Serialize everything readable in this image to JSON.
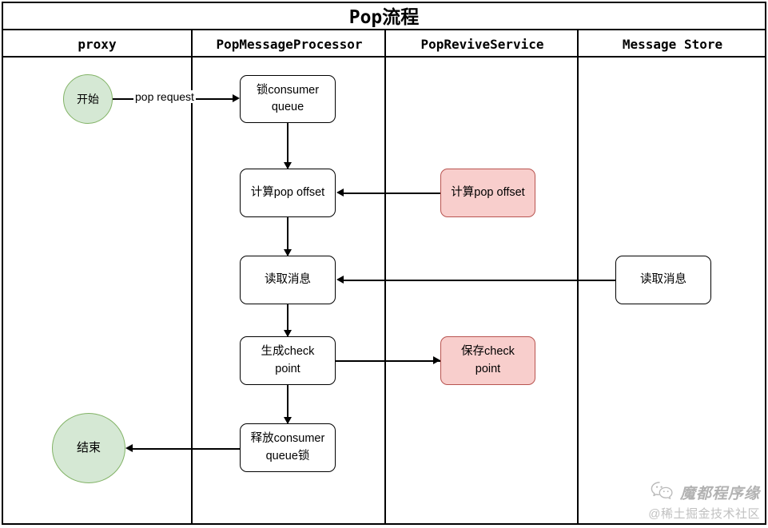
{
  "diagram": {
    "title": "Pop流程",
    "type": "swimlane-flowchart",
    "lanes": [
      {
        "id": "proxy",
        "label": "proxy"
      },
      {
        "id": "popmessageprocessor",
        "label": "PopMessageProcessor"
      },
      {
        "id": "popreviveservice",
        "label": "PopReviveService"
      },
      {
        "id": "messagestore",
        "label": "Message Store"
      }
    ],
    "nodes": [
      {
        "id": "start",
        "lane": "proxy",
        "label": "开始",
        "shape": "circle",
        "fill": "#d5e8d4",
        "stroke": "#82b366"
      },
      {
        "id": "lock-queue",
        "lane": "popmessageprocessor",
        "label": "锁consumer queue",
        "shape": "rounded-rect",
        "fill": "#ffffff",
        "stroke": "#000000"
      },
      {
        "id": "calc-offset-left",
        "lane": "popmessageprocessor",
        "label": "计算pop offset",
        "shape": "rounded-rect",
        "fill": "#ffffff",
        "stroke": "#000000"
      },
      {
        "id": "calc-offset-revive",
        "lane": "popreviveservice",
        "label": "计算pop offset",
        "shape": "rounded-rect",
        "fill": "#f8cecc",
        "stroke": "#b85450"
      },
      {
        "id": "read-message-left",
        "lane": "popmessageprocessor",
        "label": "读取消息",
        "shape": "rounded-rect",
        "fill": "#ffffff",
        "stroke": "#000000"
      },
      {
        "id": "read-message-store",
        "lane": "messagestore",
        "label": "读取消息",
        "shape": "rounded-rect",
        "fill": "#ffffff",
        "stroke": "#000000"
      },
      {
        "id": "gen-checkpoint",
        "lane": "popmessageprocessor",
        "label": "生成check point",
        "shape": "rounded-rect",
        "fill": "#ffffff",
        "stroke": "#000000"
      },
      {
        "id": "save-checkpoint",
        "lane": "popreviveservice",
        "label": "保存check point",
        "shape": "rounded-rect",
        "fill": "#f8cecc",
        "stroke": "#b85450"
      },
      {
        "id": "release-queue",
        "lane": "popmessageprocessor",
        "label": "释放consumer queue锁",
        "shape": "rounded-rect",
        "fill": "#ffffff",
        "stroke": "#000000"
      },
      {
        "id": "end",
        "lane": "proxy",
        "label": "结束",
        "shape": "circle",
        "fill": "#d5e8d4",
        "stroke": "#82b366"
      }
    ],
    "node_labels": {
      "start": "开始",
      "lock_queue_line1": "锁consumer",
      "lock_queue_line2": "queue",
      "calc_offset_left": "计算pop offset",
      "calc_offset_revive": "计算pop offset",
      "read_message_left": "读取消息",
      "read_message_store": "读取消息",
      "gen_checkpoint_line1": "生成check",
      "gen_checkpoint_line2": "point",
      "save_checkpoint_line1": "保存check",
      "save_checkpoint_line2": "point",
      "release_queue_line1": "释放consumer",
      "release_queue_line2": "queue锁",
      "end": "结束"
    },
    "edges": [
      {
        "from": "start",
        "to": "lock-queue",
        "label": "pop request",
        "direction": "right"
      },
      {
        "from": "lock-queue",
        "to": "calc-offset-left",
        "label": "",
        "direction": "down"
      },
      {
        "from": "calc-offset-revive",
        "to": "calc-offset-left",
        "label": "",
        "direction": "left"
      },
      {
        "from": "calc-offset-left",
        "to": "read-message-left",
        "label": "",
        "direction": "down"
      },
      {
        "from": "read-message-store",
        "to": "read-message-left",
        "label": "",
        "direction": "left"
      },
      {
        "from": "read-message-left",
        "to": "gen-checkpoint",
        "label": "",
        "direction": "down"
      },
      {
        "from": "gen-checkpoint",
        "to": "save-checkpoint",
        "label": "",
        "direction": "right"
      },
      {
        "from": "gen-checkpoint",
        "to": "release-queue",
        "label": "",
        "direction": "down"
      },
      {
        "from": "release-queue",
        "to": "end",
        "label": "",
        "direction": "left"
      }
    ],
    "edge_labels": {
      "pop_request": "pop request"
    }
  },
  "watermark": {
    "icon": "wechat-icon",
    "brand": "魔都程序缘",
    "subtitle": "@稀土掘金技术社区"
  }
}
